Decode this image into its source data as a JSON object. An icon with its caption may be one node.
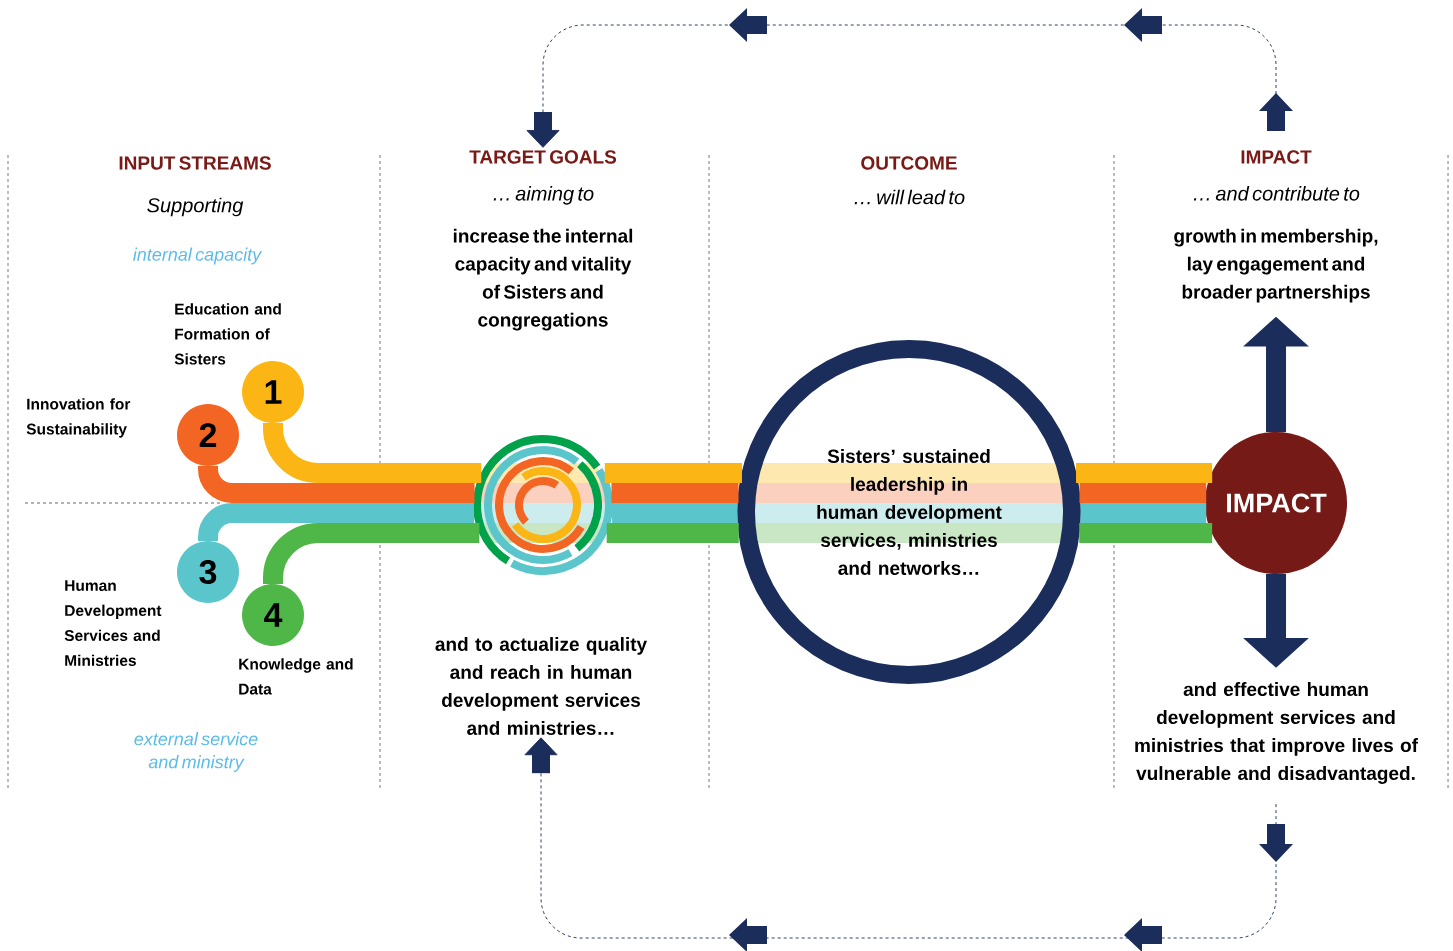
{
  "diagram": {
    "nodes": [
      {
        "text": [
          "1"
        ],
        "beside": [
          "Education and Formation of Sisters"
        ]
      },
      {
        "text": [
          "2"
        ],
        "beside": [
          "Innovation for Sustainability"
        ]
      },
      {
        "text": [
          "3"
        ],
        "beside": [
          "Human Development Services and Ministries"
        ]
      },
      {
        "text": [
          "4"
        ],
        "beside": [
          "Knowledge and Data"
        ]
      },
      {
        "text": [],
        "shape": "picture"
      },
      {
        "text": [
          "Sisters’ sustained leadership in human development services, ministries and networks…"
        ]
      },
      {
        "text": [
          "IMPACT"
        ]
      },
      {
        "text": [
          "IMPACT",
          "… and contribute to",
          "growth in membership, lay engagement and broader partnerships"
        ]
      },
      {
        "text": [
          "and effective human development services and ministries that improve lives of vulnerable and disadvantaged."
        ]
      },
      {
        "text": [
          "TARGET GOALS",
          "… aiming to",
          "increase the internal capacity and vitality of Sisters and congregations"
        ]
      },
      {
        "text": [
          "and to actualize quality and reach in human development services and ministries…"
        ]
      }
    ],
    "edges": [
      {
        "from": 0,
        "to": 4,
        "arrow": "none",
        "color": "#fbb616"
      },
      {
        "from": 1,
        "to": 4,
        "arrow": "none",
        "color": "#f26522"
      },
      {
        "from": 2,
        "to": 4,
        "arrow": "none",
        "color": "#5bc5cc"
      },
      {
        "from": 3,
        "to": 4,
        "arrow": "none",
        "color": "#4fb748"
      },
      {
        "from": 4,
        "to": 5,
        "arrow": "none",
        "color": "#fbb616"
      },
      {
        "from": 4,
        "to": 5,
        "arrow": "none",
        "color": "#f26522"
      },
      {
        "from": 4,
        "to": 5,
        "arrow": "none",
        "color": "#5bc5cc"
      },
      {
        "from": 4,
        "to": 5,
        "arrow": "none",
        "color": "#4fb748"
      },
      {
        "from": 5,
        "to": 6,
        "arrow": "none",
        "color": "#fbb616"
      },
      {
        "from": 5,
        "to": 6,
        "arrow": "none",
        "color": "#f26522"
      },
      {
        "from": 5,
        "to": 6,
        "arrow": "none",
        "color": "#5bc5cc"
      },
      {
        "from": 5,
        "to": 6,
        "arrow": "none",
        "color": "#4fb748"
      },
      {
        "from": 6,
        "to": 7,
        "arrow": "to",
        "color": "#1b2d5b"
      },
      {
        "from": 6,
        "to": 8,
        "arrow": "to",
        "color": "#1b2d5b"
      },
      {
        "from": 7,
        "to": 9,
        "arrow": "to",
        "style": "dashed"
      },
      {
        "from": 8,
        "to": 10,
        "arrow": "to",
        "style": "dashed"
      }
    ],
    "labels": [
      "INPUT STREAMS",
      "Supporting",
      "internal capacity",
      "OUTCOME",
      "… will lead to",
      "external service and ministry"
    ]
  }
}
